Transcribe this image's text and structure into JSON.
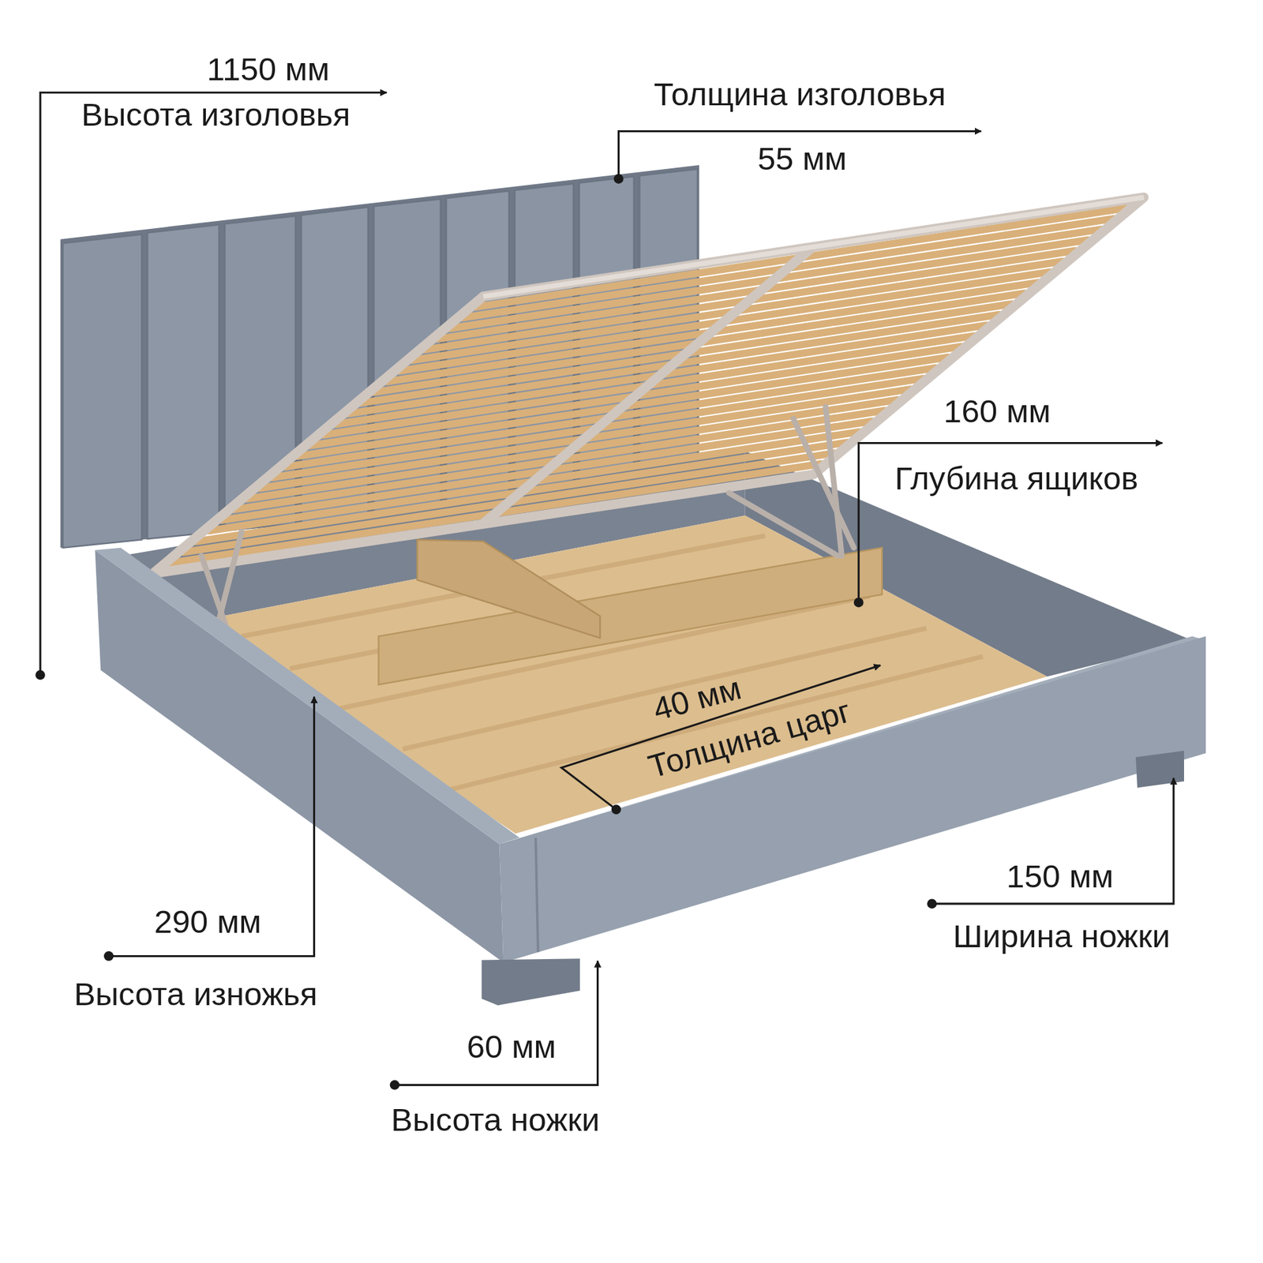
{
  "diagram": {
    "labels": [
      "1150 мм",
      "Высота изголовья",
      "Толщина изголовья",
      "55 мм",
      "160 мм",
      "Глубина ящиков",
      "40 мм",
      "Толщина царг",
      "290 мм",
      "Высота изножья",
      "150 мм",
      "Ширина ножки",
      "60 мм",
      "Высота ножки"
    ]
  }
}
